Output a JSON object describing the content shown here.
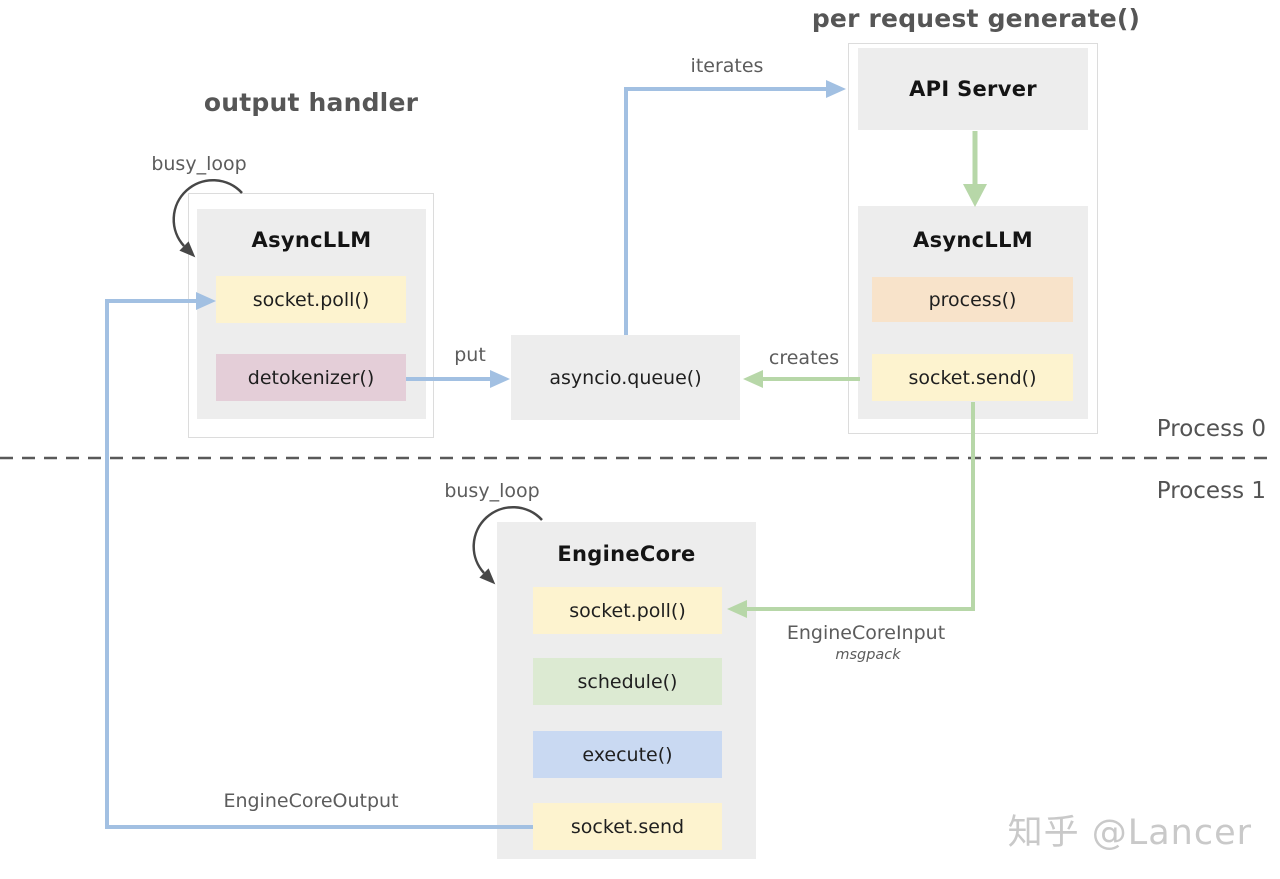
{
  "left_panel": {
    "title": "output handler",
    "loop_label": "busy_loop",
    "component": "AsyncLLM",
    "methods": [
      "socket.poll()",
      "detokenizer()"
    ]
  },
  "queue": {
    "label": "asyncio.queue()"
  },
  "right_panel": {
    "title": "per request generate()",
    "api_server": "API Server",
    "component": "AsyncLLM",
    "methods": [
      "process()",
      "socket.send()"
    ]
  },
  "engine_panel": {
    "loop_label": "busy_loop",
    "component": "EngineCore",
    "methods": [
      "socket.poll()",
      "schedule()",
      "execute()",
      "socket.send"
    ]
  },
  "edge_labels": {
    "iterates": "iterates",
    "put": "put",
    "creates": "creates",
    "engine_core_input": "EngineCoreInput",
    "engine_core_input_format": "msgpack",
    "engine_core_output": "EngineCoreOutput"
  },
  "process_labels": {
    "process_0": "Process 0",
    "process_1": "Process 1"
  },
  "watermark": "知乎 @Lancer",
  "colors": {
    "method_yellow": "#fdf3cf",
    "method_pink": "#e4ced8",
    "method_orange": "#f8e3ca",
    "method_green": "#dcead2",
    "method_blue": "#c9d9f2",
    "container_gray": "#ededed",
    "arrow_blue": "#a2c0e2",
    "arrow_green": "#b7d7a8",
    "loop_arrow_dark": "#474747"
  }
}
